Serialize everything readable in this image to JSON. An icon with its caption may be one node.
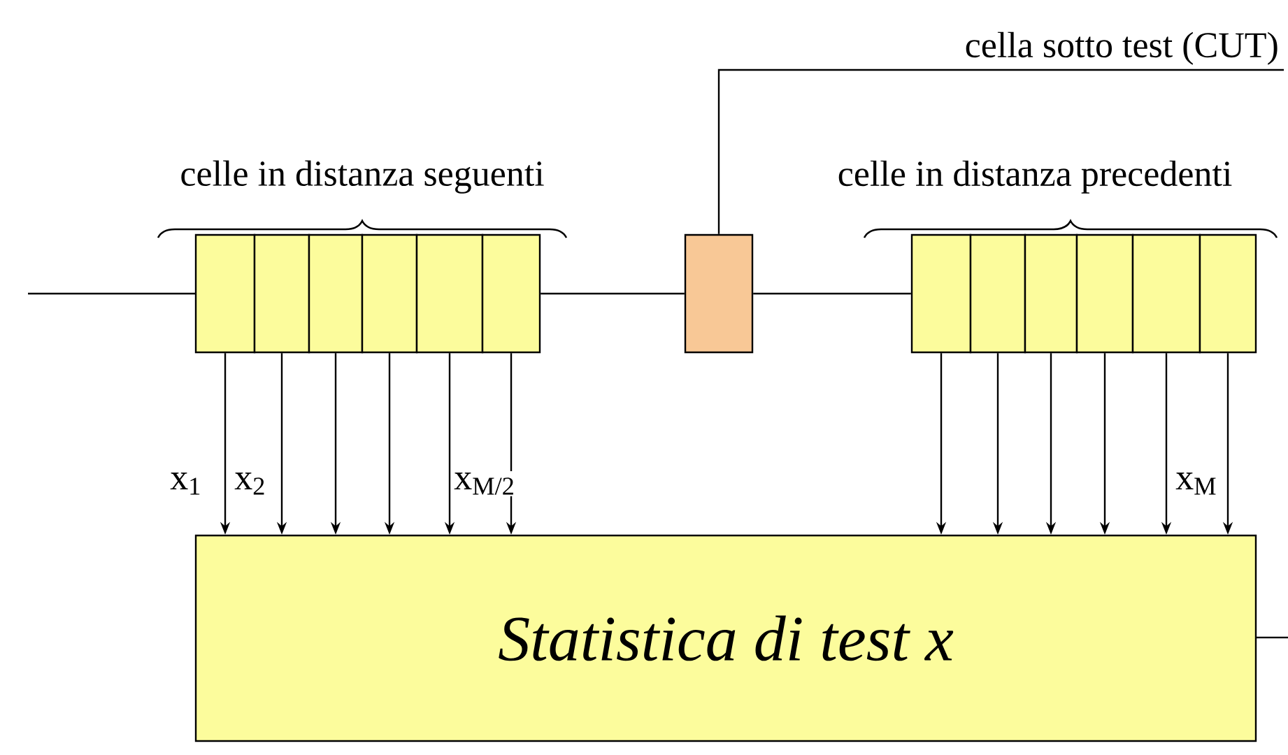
{
  "diagram": {
    "nodes": [
      {
        "text": [],
        "shape": "box"
      },
      {
        "text": [],
        "shape": "box"
      },
      {
        "text": [],
        "shape": "box"
      },
      {
        "text": [],
        "shape": "box"
      },
      {
        "text": [],
        "shape": "box"
      },
      {
        "text": [],
        "shape": "box"
      },
      {
        "text": [],
        "shape": "box"
      },
      {
        "text": [],
        "shape": "box"
      },
      {
        "text": [],
        "shape": "box"
      },
      {
        "text": [],
        "shape": "box"
      },
      {
        "text": [],
        "shape": "box"
      },
      {
        "text": [],
        "shape": "box"
      },
      {
        "text": [],
        "shape": "box"
      },
      {
        "text": [
          "Statistica di test x"
        ]
      },
      {
        "text": [
          "cella sotto test (CUT)"
        ]
      }
    ],
    "edges": [
      {
        "from": 0,
        "to": 13,
        "arrow": "to"
      },
      {
        "from": 1,
        "to": 13,
        "arrow": "to"
      },
      {
        "from": 2,
        "to": 13,
        "arrow": "to"
      },
      {
        "from": 3,
        "to": 13,
        "arrow": "to"
      },
      {
        "from": 4,
        "to": 13,
        "arrow": "to"
      },
      {
        "from": 5,
        "to": 13,
        "arrow": "to"
      },
      {
        "from": 7,
        "to": 13,
        "arrow": "to"
      },
      {
        "from": 8,
        "to": 13,
        "arrow": "to"
      },
      {
        "from": 9,
        "to": 13,
        "arrow": "to"
      },
      {
        "from": 10,
        "to": 13,
        "arrow": "to"
      },
      {
        "from": 11,
        "to": 13,
        "arrow": "to"
      },
      {
        "from": 12,
        "to": 13,
        "arrow": "to"
      },
      {
        "from": 14,
        "to": 6,
        "arrow": "none"
      },
      {
        "from": 5,
        "to": 6,
        "arrow": "none"
      },
      {
        "from": 6,
        "to": 7,
        "arrow": "none"
      }
    ],
    "labels": [
      "celle in distanza seguenti",
      "celle in distanza precedenti",
      "x$_{1}$",
      "x$_{2}$",
      "x$_{M/2}$",
      "x$_{M}$"
    ]
  }
}
